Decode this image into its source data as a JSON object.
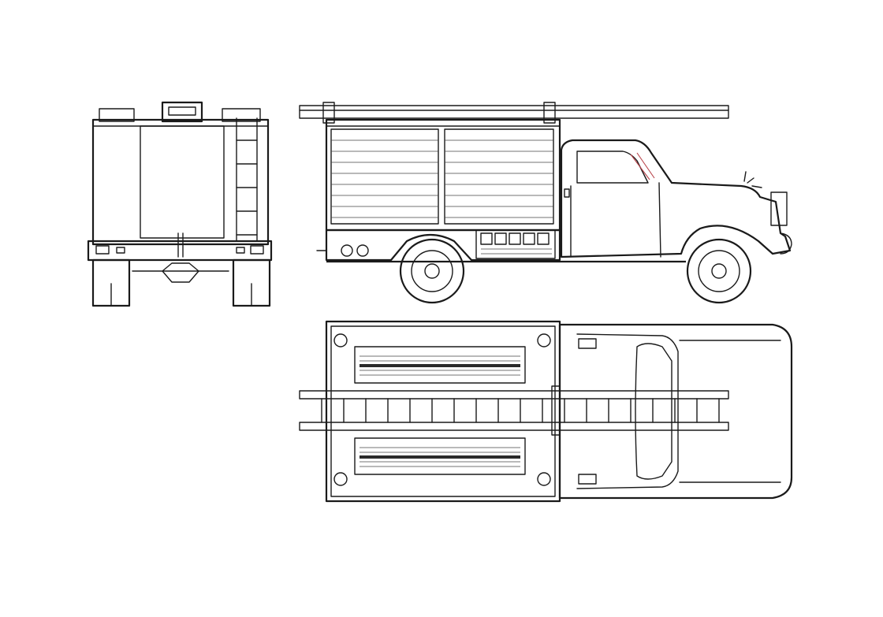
{
  "drawing": {
    "subject": "fire-truck-blueprint",
    "views": [
      "rear-view",
      "side-view",
      "top-view"
    ],
    "line_color": "#1a1a1a",
    "accent_color": "#b8434a",
    "background_color": "#ffffff"
  }
}
